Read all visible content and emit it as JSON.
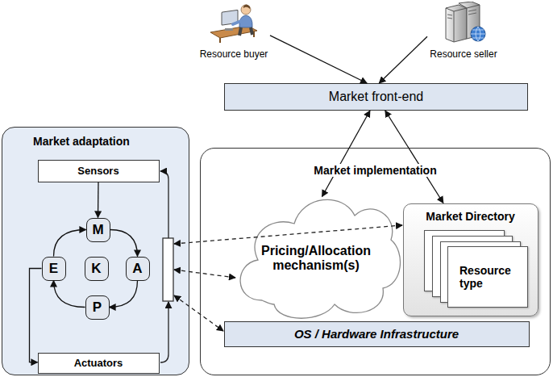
{
  "diagram": {
    "nodes": [
      {
        "text": [
          "Resource buyer"
        ]
      },
      {
        "text": [
          "Resource seller"
        ]
      },
      {
        "text": [
          "Market front-end"
        ]
      },
      {
        "text": [
          "Market adaptation"
        ]
      },
      {
        "text": [
          "Sensors"
        ],
        "in": 3
      },
      {
        "text": [
          "M"
        ],
        "in": 3
      },
      {
        "text": [
          "E"
        ],
        "in": 3
      },
      {
        "text": [
          "K"
        ],
        "in": 3
      },
      {
        "text": [
          "A"
        ],
        "in": 3
      },
      {
        "text": [
          "P"
        ],
        "in": 3
      },
      {
        "text": [
          "Actuators"
        ],
        "in": 3
      },
      {
        "text": [
          "Market implementation"
        ]
      },
      {
        "text": [
          "Pricing/Allocation mechanism(s)"
        ],
        "in": 11
      },
      {
        "text": [
          "Market Directory"
        ],
        "in": 11
      },
      {
        "text": [
          "Resource type"
        ],
        "in": 13
      },
      {
        "text": [
          "OS / Hardware Infrastructure"
        ],
        "in": 11
      }
    ],
    "edges": [
      {
        "from": 0,
        "to": 2,
        "arrow": "to"
      },
      {
        "from": 1,
        "to": 2,
        "arrow": "to"
      },
      {
        "from": 2,
        "to": 12,
        "arrow": "both"
      },
      {
        "from": 2,
        "to": 13,
        "arrow": "both"
      },
      {
        "from": 4,
        "to": 5,
        "arrow": "to"
      },
      {
        "from": 5,
        "to": 8,
        "arrow": "to"
      },
      {
        "from": 8,
        "to": 9,
        "arrow": "to"
      },
      {
        "from": 9,
        "to": 6,
        "arrow": "to"
      },
      {
        "from": 6,
        "to": 5,
        "arrow": "to"
      },
      {
        "from": 6,
        "to": 10,
        "arrow": "to"
      }
    ]
  }
}
